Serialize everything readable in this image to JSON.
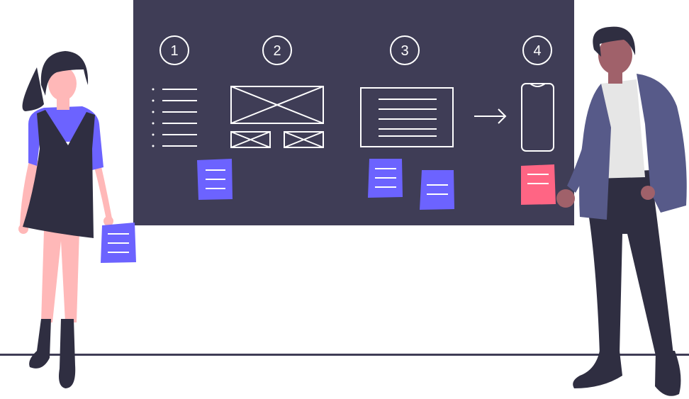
{
  "steps": [
    {
      "number": "1",
      "icon": "list-icon"
    },
    {
      "number": "2",
      "icon": "image-placeholder-icon"
    },
    {
      "number": "3",
      "icon": "text-block-icon"
    },
    {
      "number": "4",
      "icon": "mobile-phone-icon"
    }
  ],
  "colors": {
    "board": "#3f3d56",
    "line": "#ffffff",
    "note_purple": "#6c63ff",
    "note_pink": "#ff6584",
    "skin_light": "#ffb8b8",
    "skin_dark": "#a0616a",
    "hair": "#2f2e41",
    "jacket": "#575a89",
    "shirt": "#e6e6e6",
    "ground": "#3f3d56"
  }
}
